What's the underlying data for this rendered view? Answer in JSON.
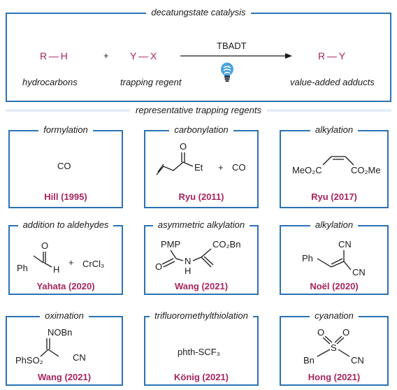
{
  "header": {
    "title": "decatungstate catalysis",
    "reactant1": "R — H",
    "plus": "+",
    "reactant2": "Y — X",
    "catalyst": "TBADT",
    "product": "R — Y",
    "reactant1_label": "hydrocarbons",
    "reactant2_label": "trapping regent",
    "product_label": "value-added adducts",
    "icon": "light-bulb-icon",
    "colors": {
      "border": "#2b72b3",
      "accent": "#a8245e"
    }
  },
  "section_title": "representative trapping regents",
  "cards": [
    {
      "title": "formylation",
      "formula": "CO",
      "citation": "Hill (1995)"
    },
    {
      "title": "carbonylation",
      "o": "O",
      "et": "Et",
      "plus": "+",
      "co": "CO",
      "citation": "Ryu (2011)"
    },
    {
      "title": "alkylation",
      "left": "MeO₂C",
      "right": "CO₂Me",
      "citation": "Ryu (2017)"
    },
    {
      "title": "addition to aldehydes",
      "o": "O",
      "ph": "Ph",
      "h": "H",
      "plus": "+",
      "reagent": "CrCl₃",
      "citation": "Yahata (2020)"
    },
    {
      "title": "asymmetric alkylation",
      "pmp": "PMP",
      "co2bn": "CO₂Bn",
      "o": "O",
      "n": "N",
      "h": "H",
      "citation": "Wang (2021)"
    },
    {
      "title": "alkylation",
      "cn1": "CN",
      "cn2": "CN",
      "ph": "Ph",
      "citation": "Noël (2020)"
    },
    {
      "title": "oximation",
      "nobn": "NOBn",
      "phso2": "PhSO₂",
      "cn": "CN",
      "citation": "Wang (2021)"
    },
    {
      "title": "trifluoromethylthiolation",
      "formula": "phth-SCF₃",
      "citation": "König (2021)"
    },
    {
      "title": "cyanation",
      "o1": "O",
      "o2": "O",
      "s": "S",
      "bn": "Bn",
      "cn": "CN",
      "citation": "Hong (2021)"
    }
  ]
}
